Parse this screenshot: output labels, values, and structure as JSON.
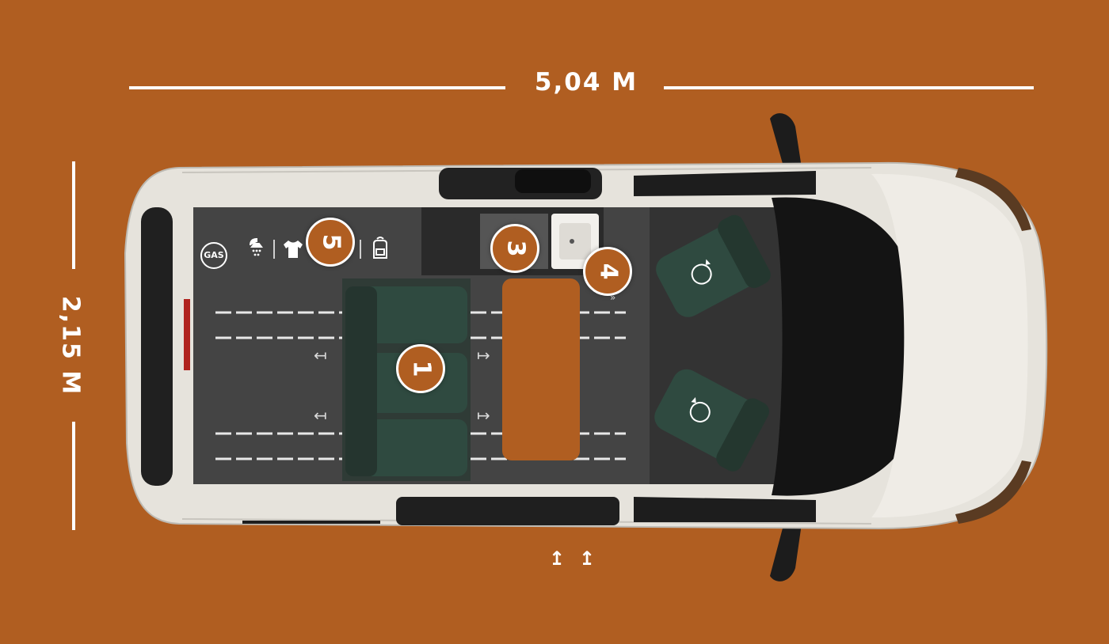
{
  "dimensions": {
    "length": "5,04 M",
    "width": "2,15 M"
  },
  "badges": [
    "1",
    "3",
    "4",
    "5"
  ],
  "amenities": {
    "gas_label": "GAS",
    "icons": [
      "gas-bottle-icon",
      "shower-icon",
      "tshirt-icon",
      "backpack-icon"
    ]
  },
  "seat_rotation_icons": [
    "rotate-clockwise-icon",
    "rotate-counterclockwise-icon"
  ],
  "colors": {
    "background": "#b05e21",
    "badge": "#b05e21",
    "van_body": "#e6e3dc",
    "cabin_floor": "#3a3a3a",
    "seat": "#2f4a40",
    "table": "#b05e21",
    "dimension_line": "#ffffff"
  }
}
